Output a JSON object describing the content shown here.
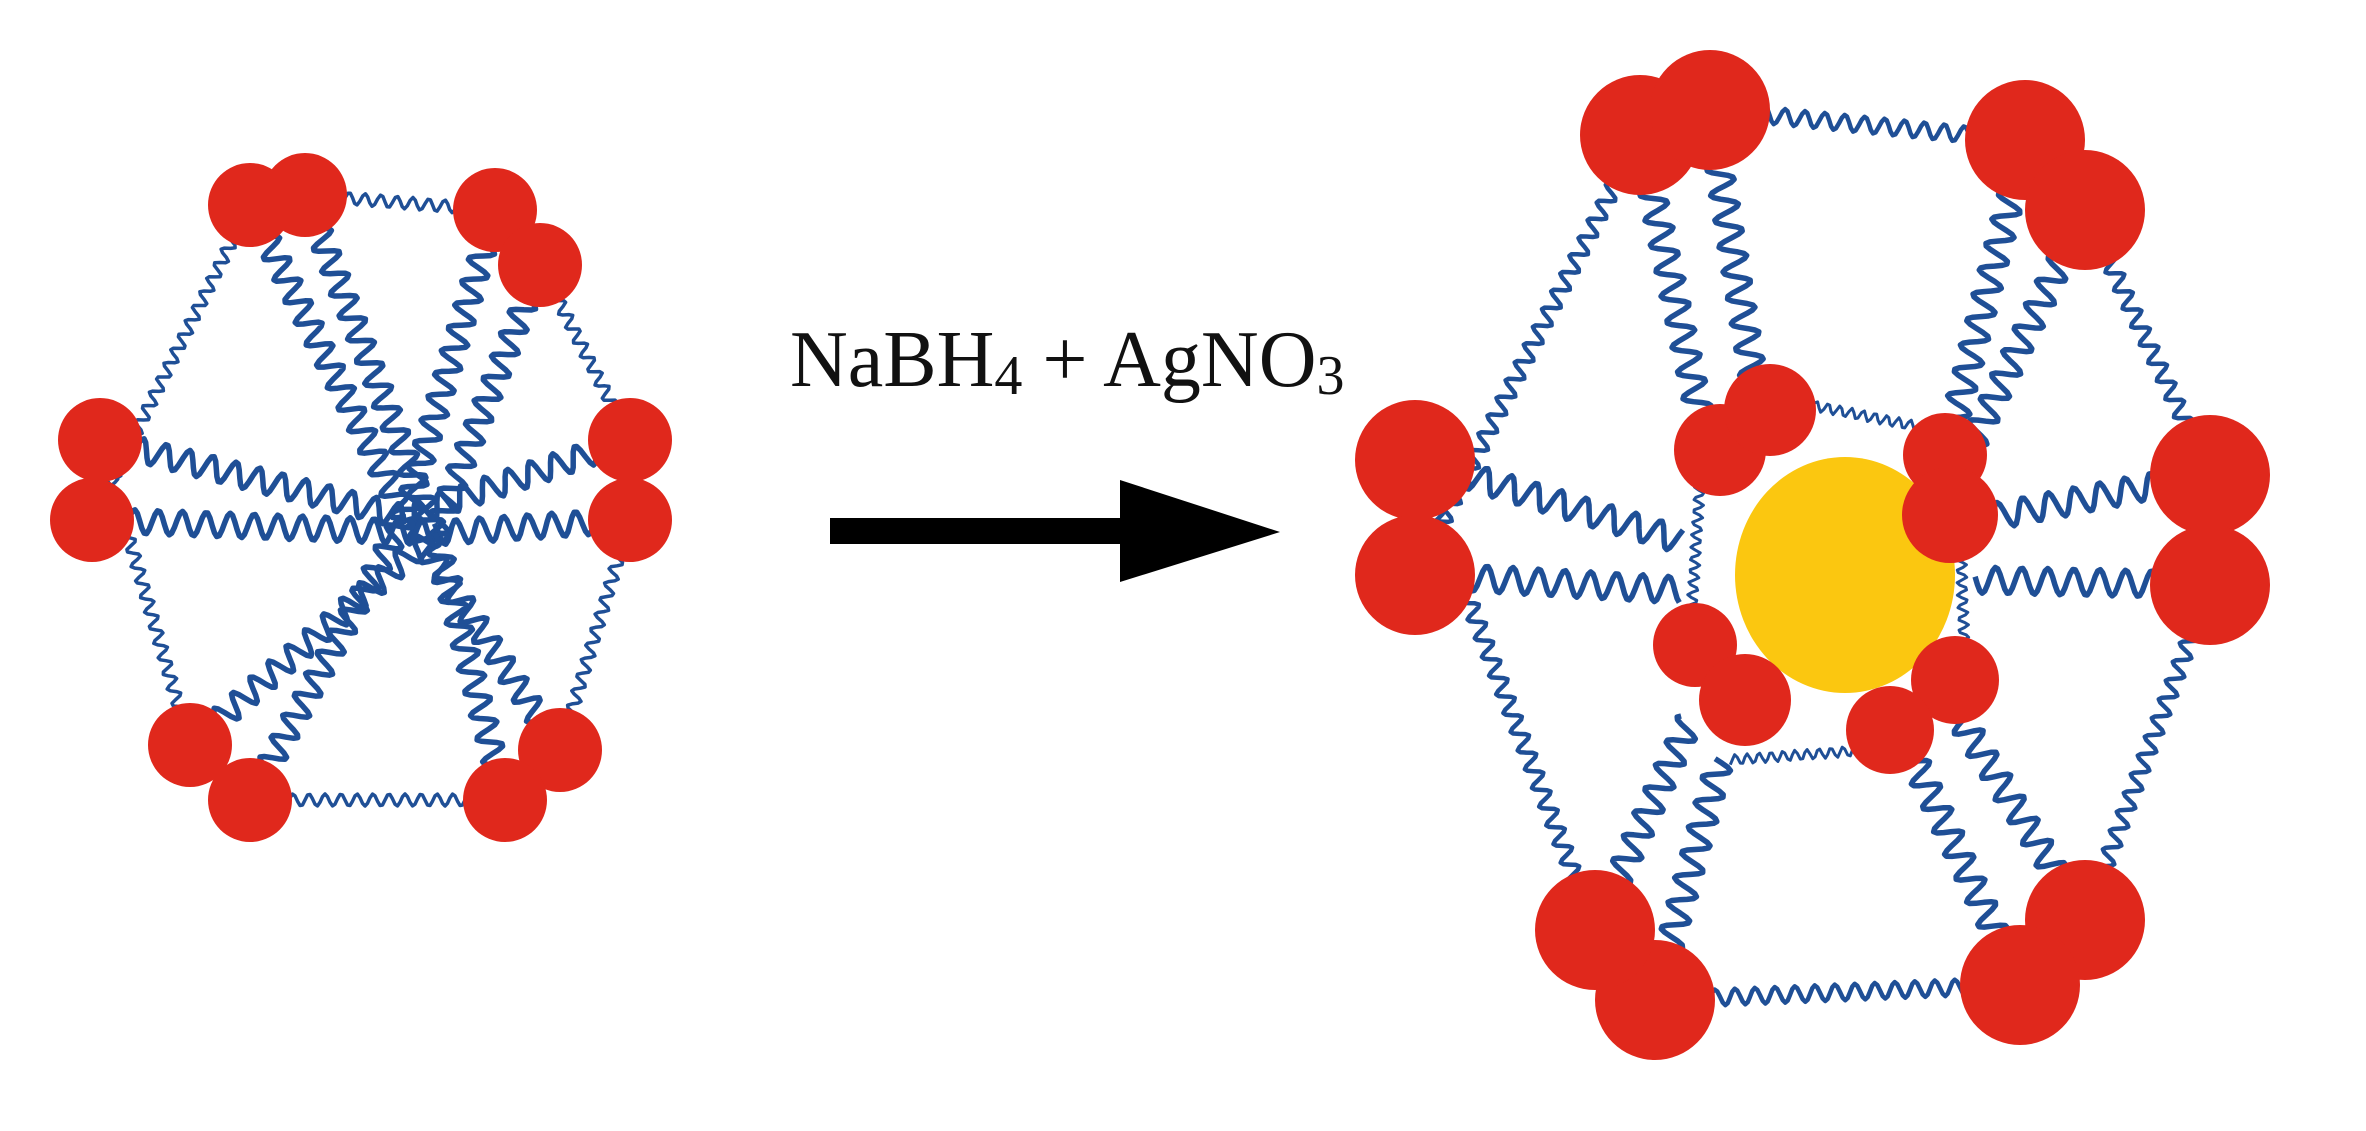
{
  "reaction": {
    "reagent1_base": "NaBH",
    "reagent1_sub": "4",
    "plus": "+",
    "reagent2_base": "AgNO",
    "reagent2_sub": "3"
  },
  "colors": {
    "bead": "#e0281c",
    "chain": "#1f4f96",
    "core": "#fbc710",
    "arrow": "#000000"
  },
  "icons": {
    "bead": "red-polymer-bead",
    "chain": "blue-coil-chain",
    "core": "gold-silver-nanoparticle",
    "arrow": "reaction-arrow"
  }
}
